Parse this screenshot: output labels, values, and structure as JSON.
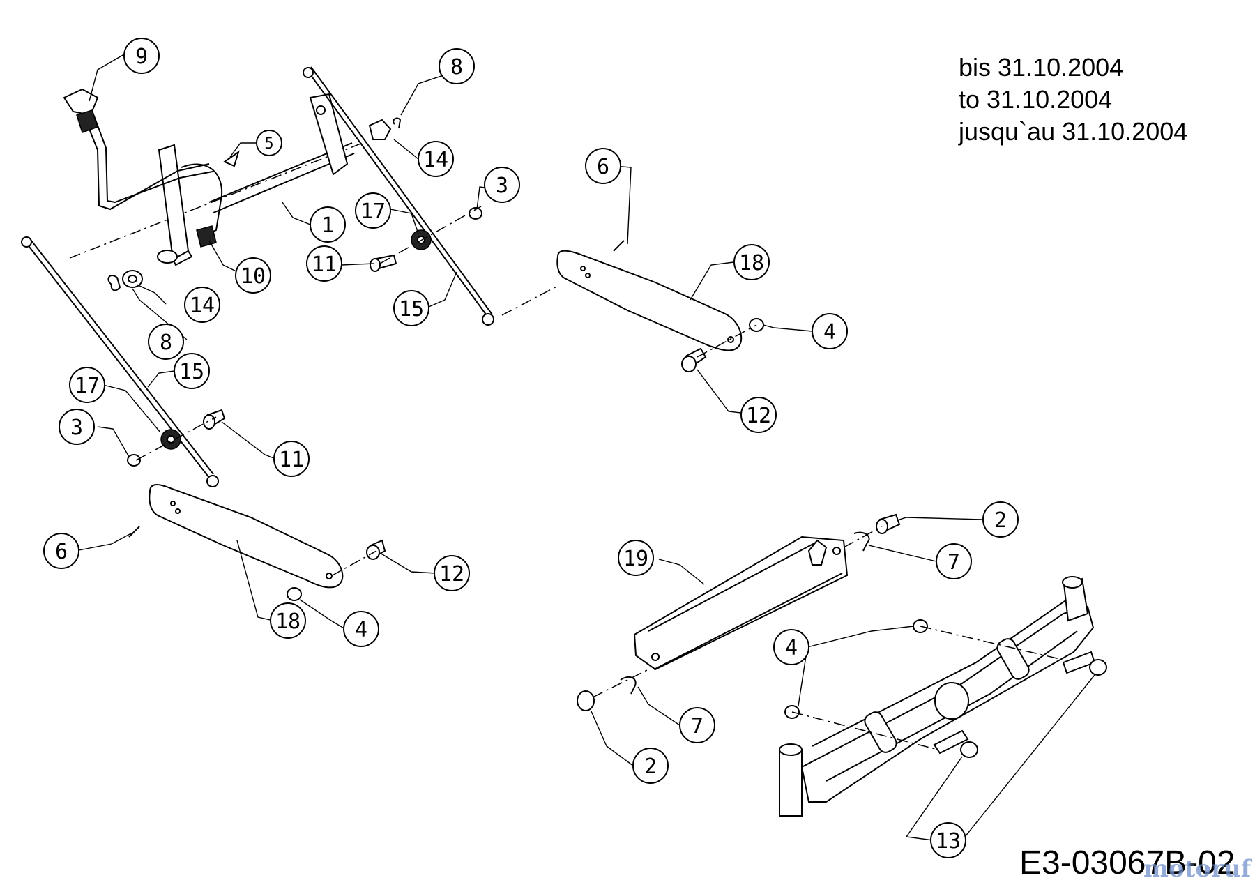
{
  "validity": {
    "de": "bis 31.10.2004",
    "en": "to 31.10.2004",
    "fr": "jusqu`au 31.10.2004"
  },
  "drawing_id": "E3-03067B-02",
  "watermark": "motoruf",
  "callouts": [
    {
      "id": "c1",
      "label": "1"
    },
    {
      "id": "c2a",
      "label": "2"
    },
    {
      "id": "c2b",
      "label": "2"
    },
    {
      "id": "c3a",
      "label": "3"
    },
    {
      "id": "c3b",
      "label": "3"
    },
    {
      "id": "c4a",
      "label": "4"
    },
    {
      "id": "c4b",
      "label": "4"
    },
    {
      "id": "c4c",
      "label": "4"
    },
    {
      "id": "c5",
      "label": "5"
    },
    {
      "id": "c6a",
      "label": "6"
    },
    {
      "id": "c6b",
      "label": "6"
    },
    {
      "id": "c7a",
      "label": "7"
    },
    {
      "id": "c7b",
      "label": "7"
    },
    {
      "id": "c8a",
      "label": "8"
    },
    {
      "id": "c8b",
      "label": "8"
    },
    {
      "id": "c9",
      "label": "9"
    },
    {
      "id": "c10",
      "label": "10"
    },
    {
      "id": "c11a",
      "label": "11"
    },
    {
      "id": "c11b",
      "label": "11"
    },
    {
      "id": "c12a",
      "label": "12"
    },
    {
      "id": "c12b",
      "label": "12"
    },
    {
      "id": "c13",
      "label": "13"
    },
    {
      "id": "c14a",
      "label": "14"
    },
    {
      "id": "c14b",
      "label": "14"
    },
    {
      "id": "c15a",
      "label": "15"
    },
    {
      "id": "c15b",
      "label": "15"
    },
    {
      "id": "c17a",
      "label": "17"
    },
    {
      "id": "c17b",
      "label": "17"
    },
    {
      "id": "c18a",
      "label": "18"
    },
    {
      "id": "c18b",
      "label": "18"
    },
    {
      "id": "c19",
      "label": "19"
    }
  ]
}
